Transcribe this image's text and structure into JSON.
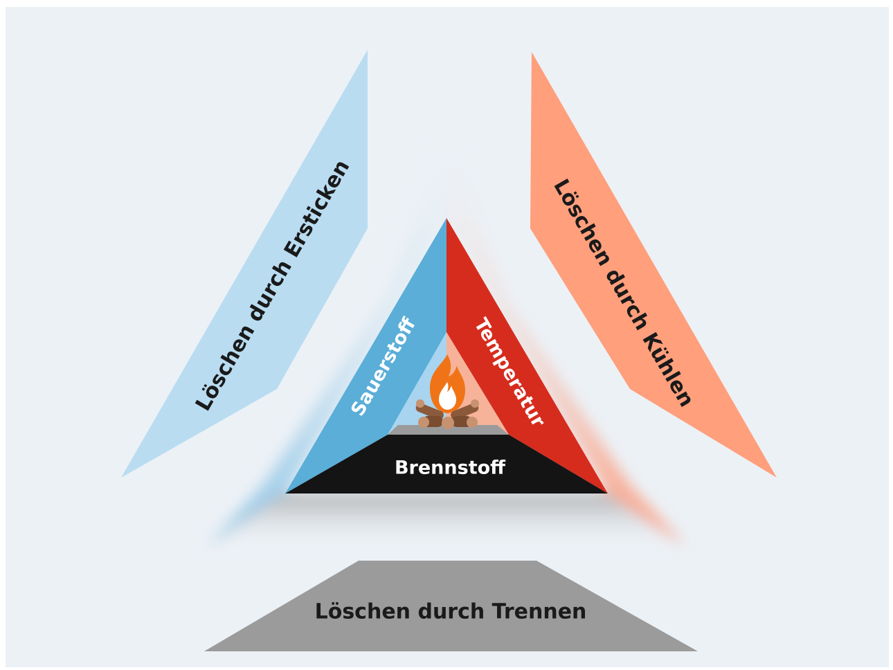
{
  "diagram": {
    "title": "",
    "sides": {
      "oxygen": {
        "label": "Sauerstoff",
        "color": "#5aaed8"
      },
      "heat": {
        "label": "Temperatur",
        "color": "#d62c1e"
      },
      "fuel": {
        "label": "Brennstoff",
        "color": "#141414"
      }
    },
    "methods": {
      "smothering": {
        "label": "Löschen durch Ersticken",
        "color": "#b9dcf1"
      },
      "cooling": {
        "label": "Löschen durch Kühlen",
        "color": "#ff9f7c"
      },
      "separating": {
        "label": "Löschen durch Trennen",
        "color": "#9b9b9b"
      }
    },
    "center_icon": "campfire-icon",
    "background": "#ecf1f6"
  }
}
